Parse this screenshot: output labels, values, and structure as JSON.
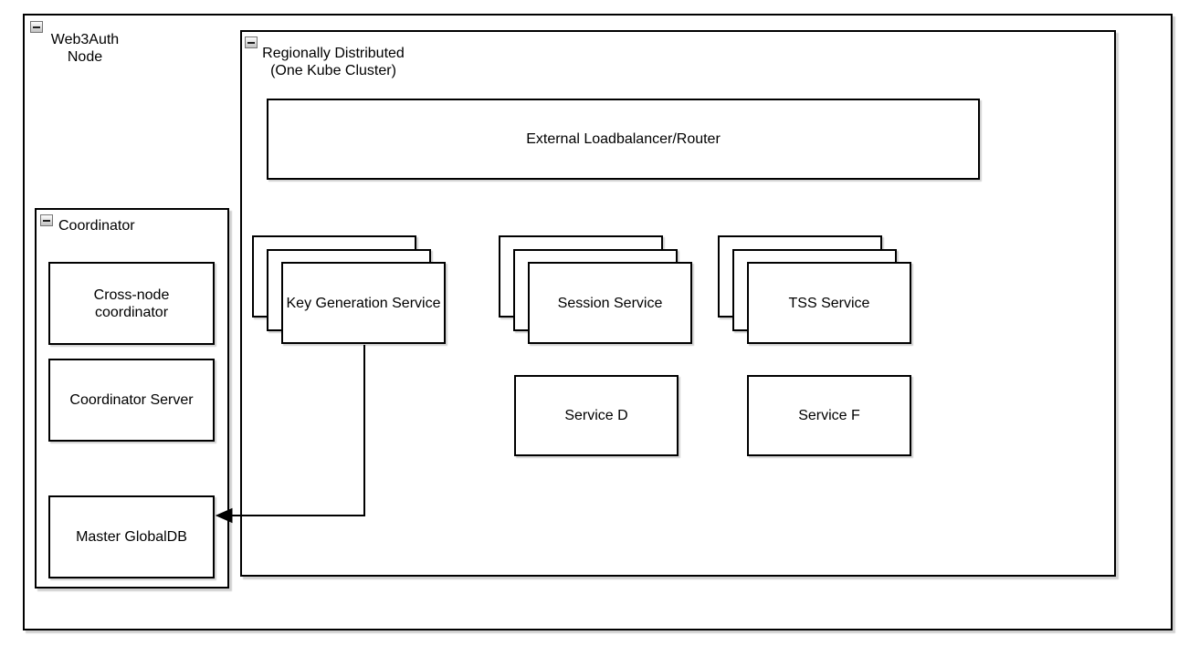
{
  "diagram": {
    "groups": {
      "web3auth_node": {
        "label": "Web3Auth Node"
      },
      "regionally_distributed": {
        "label": "Regionally Distributed (One Kube Cluster)"
      },
      "coordinator": {
        "label": "Coordinator"
      }
    },
    "shapes": {
      "external_loadbalancer": {
        "label": "External Loadbalancer/Router"
      },
      "key_generation_service": {
        "label": "Key Generation Service",
        "stacked": true,
        "stack_count": 3
      },
      "session_service": {
        "label": "Session Service",
        "stacked": true,
        "stack_count": 3
      },
      "tss_service": {
        "label": "TSS Service",
        "stacked": true,
        "stack_count": 3
      },
      "service_d": {
        "label": "Service D"
      },
      "service_f": {
        "label": "Service F"
      },
      "cross_node_coordinator": {
        "label": "Cross-node coordinator"
      },
      "coordinator_server": {
        "label": "Coordinator Server"
      },
      "master_globaldb": {
        "label": "Master GlobalDB"
      }
    },
    "connections": [
      {
        "from": "key_generation_service",
        "to": "master_globaldb",
        "style": "orthogonal-arrow"
      }
    ],
    "icons": {
      "collapse": "minus"
    },
    "colors": {
      "border": "#000000",
      "fill": "#ffffff",
      "text": "#000000",
      "shadow": "rgba(0,0,0,0.18)",
      "collapse_icon_border": "#757575"
    }
  }
}
